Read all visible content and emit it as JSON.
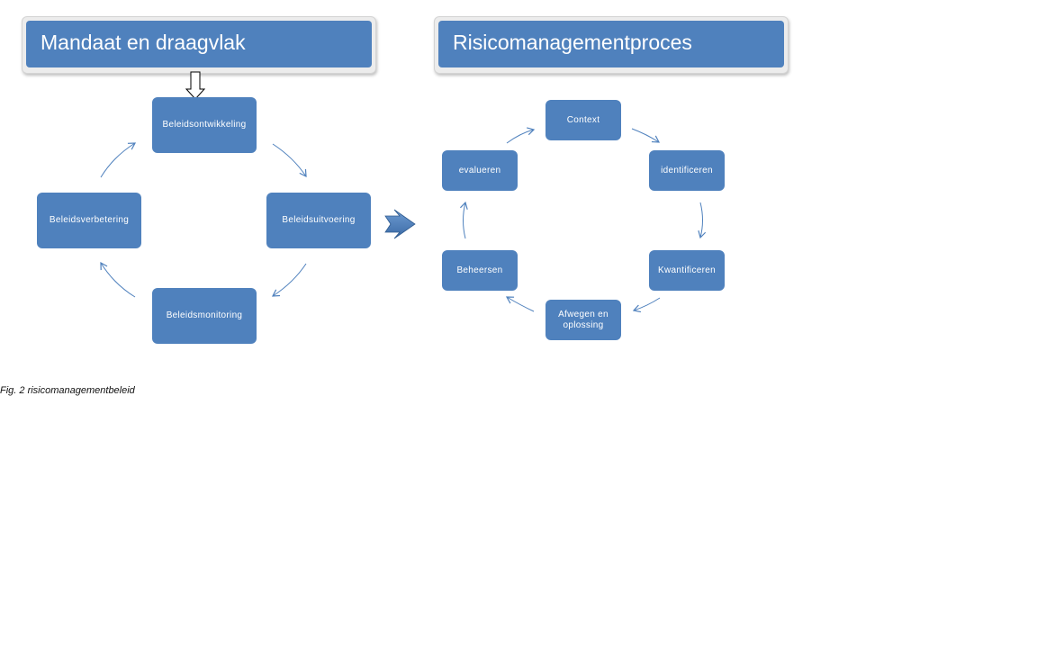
{
  "left_panel": {
    "title": "Mandaat en draagvlak",
    "nodes": {
      "ontwikkeling": "Beleidsontwikkeling",
      "uitvoering": "Beleidsuitvoering",
      "monitoring": "Beleidsmonitoring",
      "verbetering": "Beleidsverbetering"
    }
  },
  "right_panel": {
    "title": "Risicomanagementproces",
    "nodes": {
      "context": "Context",
      "identificeren": "identificeren",
      "kwantificeren": "Kwantificeren",
      "afwegen": "Afwegen en oplossing",
      "beheersen": "Beheersen",
      "evalueren": "evalueren"
    }
  },
  "caption": "Fig. 2 risicomanagementbeleid",
  "colors": {
    "box_fill": "#4f81bd",
    "arrow_stroke": "#4f81bd",
    "banner_frame": "#ececec"
  }
}
